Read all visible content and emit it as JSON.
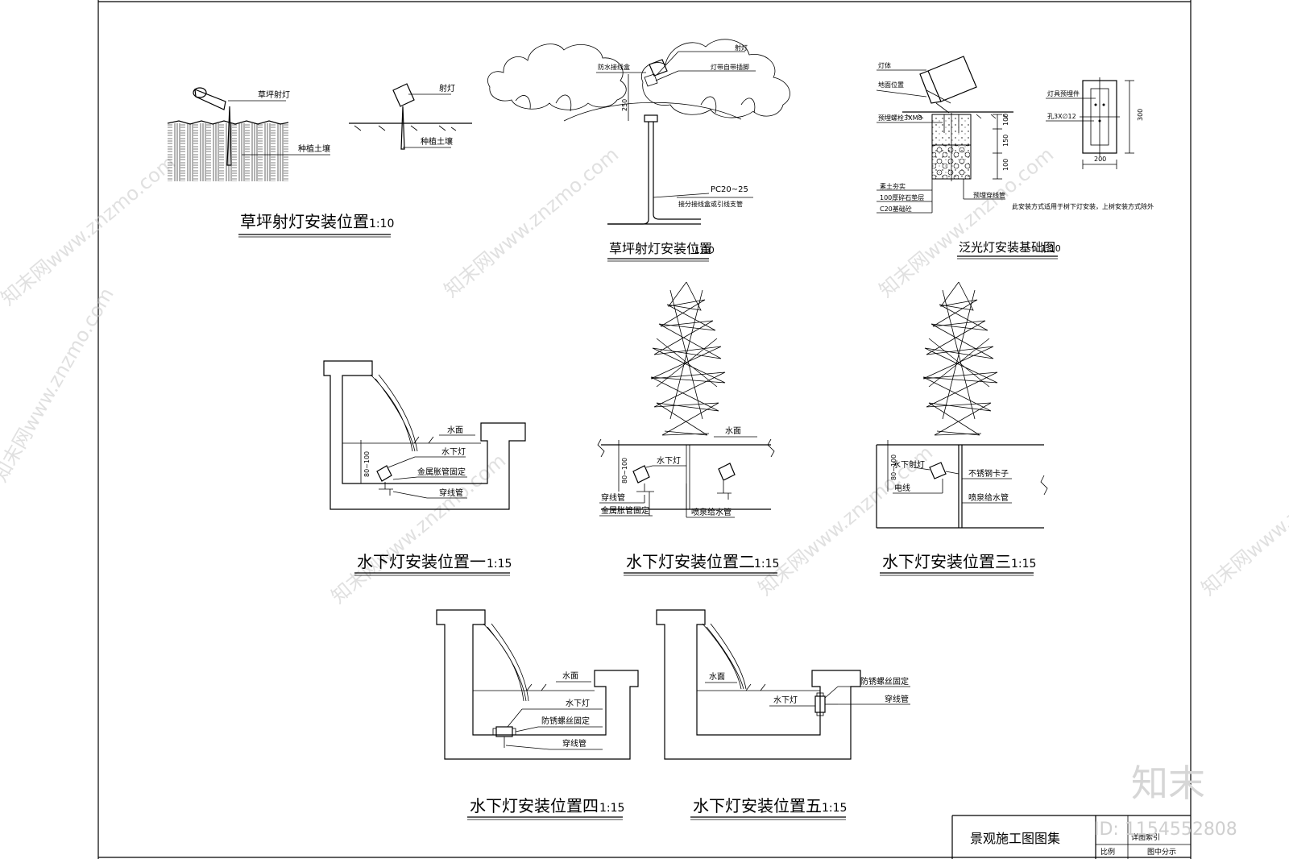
{
  "sheet": {
    "title_block": {
      "set_name": "景观施工图图集",
      "scale_label": "比例",
      "scale_value": "图中分示",
      "drawing_no": "详图索引"
    },
    "watermark": "知末网www.znzmo.com",
    "brand": "知末",
    "image_id": "ID: 1154552808"
  },
  "details": {
    "lawn1": {
      "title": "草坪射灯安装位置",
      "scale": "1:10",
      "labels": {
        "lamp": "草坪射灯",
        "soil": "种植土壤"
      }
    },
    "lawn2": {
      "labels": {
        "lamp": "射灯",
        "soil": "种植土壤"
      }
    },
    "tree": {
      "title": "草坪射灯安装位置",
      "scale": "1:10",
      "labels": {
        "box": "防水接线盒",
        "lamp": "射灯",
        "screw": "灯带自带插脚",
        "dim": "250",
        "pipe": "PC20~25",
        "pipe_note": "接分接线盒或引线支管"
      }
    },
    "flood": {
      "title": "泛光灯安装基础图",
      "scale": "1:10",
      "labels": {
        "lamp": "灯体",
        "ground": "地面位置",
        "bolt": "预埋螺栓3XM8",
        "d100a": "100",
        "d150": "150",
        "d100b": "100",
        "soil": "素土夯实",
        "gravel": "100厚碎石垫层",
        "c20": "C20基础砼",
        "pipe": "预埋穿线管",
        "plan_label": "灯具预埋件",
        "plan_hole": "孔3X∅12",
        "plan_w": "200",
        "plan_h": "300",
        "note": "此安装方式适用于树下灯安装，上树安装方式除外"
      }
    },
    "uw1": {
      "title": "水下灯安装位置一",
      "scale": "1:15",
      "labels": {
        "water": "水面",
        "lamp": "水下灯",
        "fix": "金属胀管固定",
        "pipe": "穿线管",
        "dim": "80~100"
      }
    },
    "uw2": {
      "title": "水下灯安装位置二",
      "scale": "1:15",
      "labels": {
        "water": "水面",
        "lamp": "水下灯",
        "pipe": "穿线管",
        "fix": "金属胀管固定",
        "feed": "喷泉给水管",
        "dim": "80~100"
      }
    },
    "uw3": {
      "title": "水下灯安装位置三",
      "scale": "1:15",
      "labels": {
        "lamp": "水下射灯",
        "clip": "不锈钢卡子",
        "wire": "电线",
        "feed": "喷泉给水管",
        "dim": "80~100"
      }
    },
    "uw4": {
      "title": "水下灯安装位置四",
      "scale": "1:15",
      "labels": {
        "water": "水面",
        "lamp": "水下灯",
        "fix": "防锈螺丝固定",
        "pipe": "穿线管"
      }
    },
    "uw5": {
      "title": "水下灯安装位置五",
      "scale": "1:15",
      "labels": {
        "water": "水面",
        "lamp": "水下灯",
        "fix": "防锈螺丝固定",
        "pipe": "穿线管"
      }
    }
  }
}
